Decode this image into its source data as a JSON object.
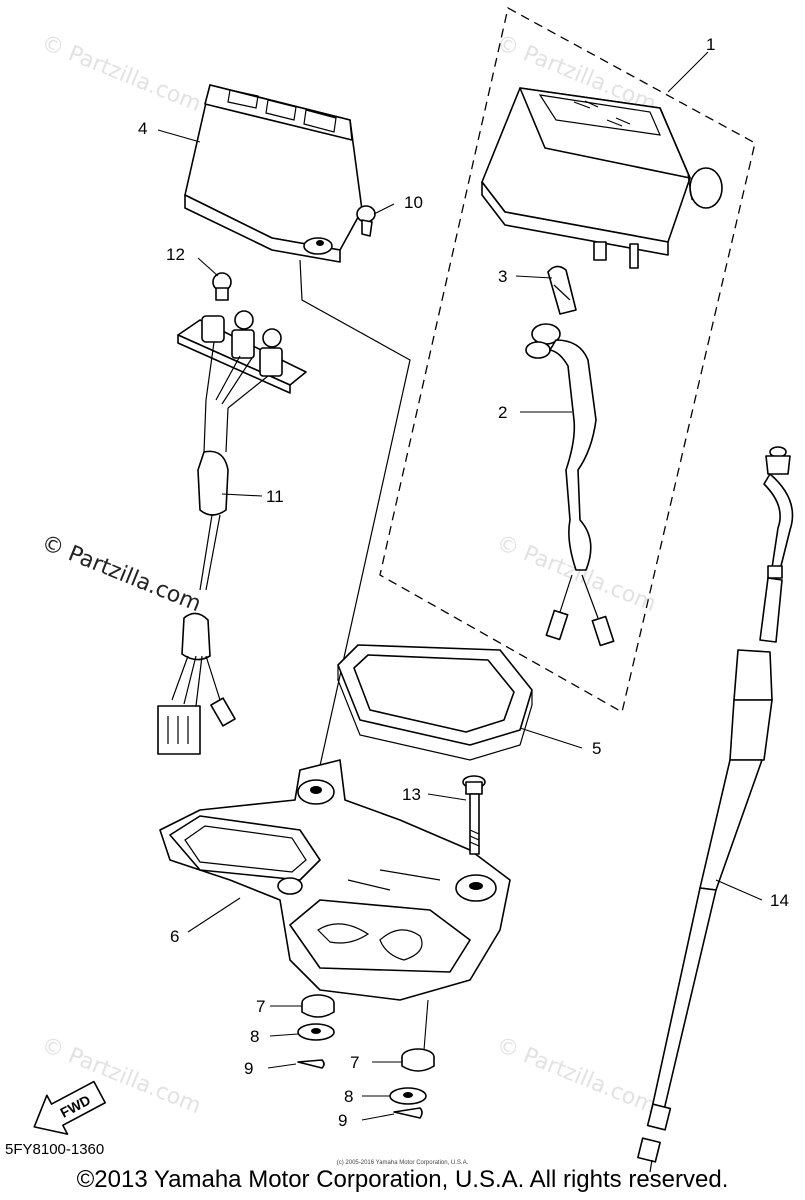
{
  "diagram": {
    "code": "5FY8100-1360",
    "copyright": "©2013 Yamaha Motor Corporation, U.S.A. All rights reserved.",
    "fine_print": "(c) 2005-2016 Yamaha Motor Corporation, U.S.A.",
    "watermark": "© Partzilla.com",
    "fwd_label": "FWD",
    "callouts": [
      "1",
      "2",
      "3",
      "4",
      "5",
      "6",
      "7",
      "8",
      "9",
      "10",
      "11",
      "12",
      "13",
      "14",
      "7",
      "8",
      "9"
    ]
  }
}
